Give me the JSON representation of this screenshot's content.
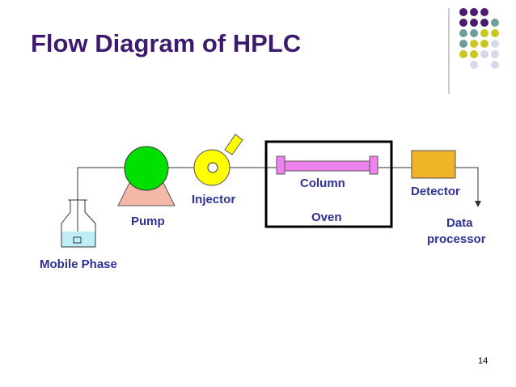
{
  "slide": {
    "title": "Flow Diagram of HPLC",
    "page_number": "14"
  },
  "components": {
    "mobile_phase": "Mobile Phase",
    "pump": "Pump",
    "injector": "Injector",
    "column": "Column",
    "oven": "Oven",
    "detector": "Detector",
    "data_processor_line1": "Data",
    "data_processor_line2": "processor"
  },
  "colors": {
    "title": "#3d1a6e",
    "label": "#2e3192",
    "pump_head": "#00e000",
    "pump_base": "#f4b9a6",
    "injector": "#ffff00",
    "column": "#ee82ee",
    "detector": "#f0b429",
    "reservoir_liquid": "#bfeef7",
    "dot_purple": "#4b1c6e",
    "dot_teal": "#6d9e9c",
    "dot_olive": "#c8c81e",
    "dot_lavender": "#d8d8ec"
  },
  "decoration": {
    "dot_grid": [
      [
        "purple",
        "purple",
        "purple",
        "none"
      ],
      [
        "purple",
        "purple",
        "purple",
        "teal"
      ],
      [
        "teal",
        "teal",
        "olive",
        "olive"
      ],
      [
        "teal",
        "olive",
        "olive",
        "lavender"
      ],
      [
        "olive",
        "olive",
        "lavender",
        "lavender"
      ],
      [
        "none",
        "lavender",
        "none",
        "lavender"
      ]
    ]
  }
}
